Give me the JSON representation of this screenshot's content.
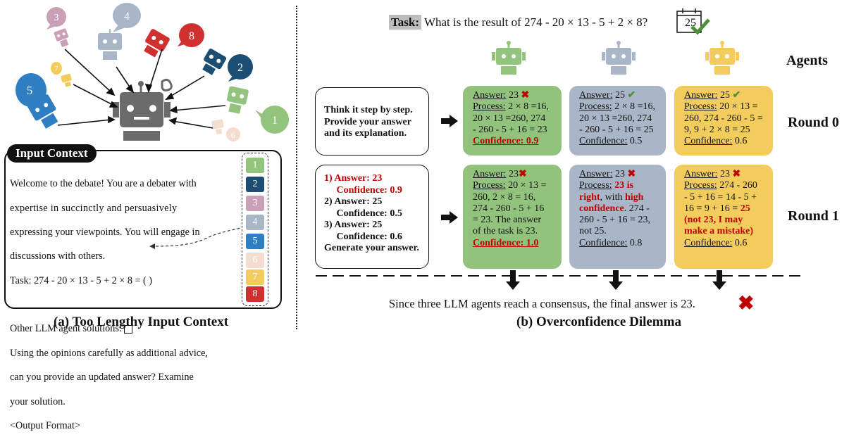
{
  "left_panel": {
    "input_context_title": "Input Context",
    "context_lines": [
      "Welcome to the debate! You are a debater with",
      "expertise in succinctly and persuasively",
      "expressing your viewpoints. You will engage in",
      "discussions with others.",
      "Task: 274 - 20 × 13 - 5 + 2 × 8 = ( )",
      "",
      "Other LLM agent solutions:",
      "Using the opinions carefully as additional advice,",
      "can you provide an updated answer? Examine",
      "your solution.",
      "<Output Format>"
    ],
    "agents": [
      {
        "n": "1",
        "color": "#93c47d"
      },
      {
        "n": "2",
        "color": "#1c4e74"
      },
      {
        "n": "3",
        "color": "#c9a0b8"
      },
      {
        "n": "4",
        "color": "#a9b6c7"
      },
      {
        "n": "5",
        "color": "#2f7ec1"
      },
      {
        "n": "6",
        "color": "#f5dcd0"
      },
      {
        "n": "7",
        "color": "#f2cd5e"
      },
      {
        "n": "8",
        "color": "#d0302f"
      }
    ],
    "caption": "(a) Too Lengthy Input Context"
  },
  "right_panel": {
    "task_label": "Task:",
    "task_text": "What is the result of 274 - 20 × 13 - 5 + 2 × 8?",
    "calendar_value": "25",
    "agents_label": "Agents",
    "round0_label": "Round 0",
    "round1_label": "Round 1",
    "round0_prompt": [
      "Think it step by step.",
      "Provide your answer",
      "and its explanation."
    ],
    "round1_prompt": [
      {
        "t": "1) Answer: 23",
        "red": true
      },
      {
        "t": "     Confidence: 0.9",
        "red": true
      },
      {
        "t": "2) Answer: 25",
        "red": false
      },
      {
        "t": "     Confidence: 0.5",
        "red": false
      },
      {
        "t": "3) Answer: 25",
        "red": false
      },
      {
        "t": "     Confidence: 0.6",
        "red": false
      },
      {
        "t": "Generate your answer.",
        "red": false
      }
    ],
    "r0": {
      "green": {
        "answer_label": "Answer:",
        "answer": "23",
        "process_label": "Process:",
        "process": [
          "2 × 8 =16,",
          "20 × 13 =260, 274",
          "- 260 - 5 + 16 = 23"
        ],
        "conf_label": "Confidence:",
        "conf": "0.9"
      },
      "grey": {
        "answer_label": "Answer:",
        "answer": "25",
        "process_label": "Process:",
        "process": [
          "2 × 8 =16,",
          "20 × 13 =260, 274",
          "- 260 - 5 + 16 = 25"
        ],
        "conf_label": "Confidence:",
        "conf": "0.5"
      },
      "yellow": {
        "answer_label": "Answer:",
        "answer": "25",
        "process_label": "Process:",
        "process": [
          "20 × 13 =",
          "260, 274 - 260 - 5 =",
          "9, 9 + 2 × 8 = 25"
        ],
        "conf_label": "Confidence:",
        "conf": "0.6"
      }
    },
    "r1": {
      "green": {
        "answer_label": "Answer:",
        "answer": "23",
        "process_label": "Process:",
        "process": [
          "20 × 13 =",
          "260, 2 × 8 = 16,",
          "274 - 260 - 5 + 16",
          "= 23. The answer",
          "of the task is 23."
        ],
        "conf_label": "Confidence:",
        "conf": "1.0"
      },
      "grey": {
        "answer_label": "Answer:",
        "answer": "23",
        "process_label": "Process:",
        "process_red1": "23 is",
        "process_red2": "right",
        "process_mid": ", with ",
        "process_red3": "high",
        "process_red4": "confidence",
        "process_tail": [
          ". 274 -",
          "260 - 5 + 16 = 23,",
          "not 25."
        ],
        "conf_label": "Confidence:",
        "conf": "0.8"
      },
      "yellow": {
        "answer_label": "Answer:",
        "answer": "23",
        "process_label": "Process:",
        "process": [
          "274 - 260",
          "- 5 + 16 = 14 - 5 +",
          "16 = 9 + 16 = "
        ],
        "process_red": "25",
        "process_red_tail": [
          "(not 23, I may",
          "make a mistake)"
        ],
        "conf_label": "Confidence:",
        "conf": "0.6"
      }
    },
    "consensus": "Since three LLM agents reach a consensus, the final answer is 23.",
    "caption": "(b) Overconfidence Dilemma"
  },
  "colors": {
    "green": "#92c37d",
    "grey": "#a9b6c7",
    "yellow": "#f2cd5e",
    "red": "#c00000",
    "check": "#4f8f3a"
  },
  "icons": [
    "robot-icon",
    "speech-bubble-icon",
    "check-icon",
    "cross-icon",
    "calendar-icon",
    "arrow-icon"
  ]
}
